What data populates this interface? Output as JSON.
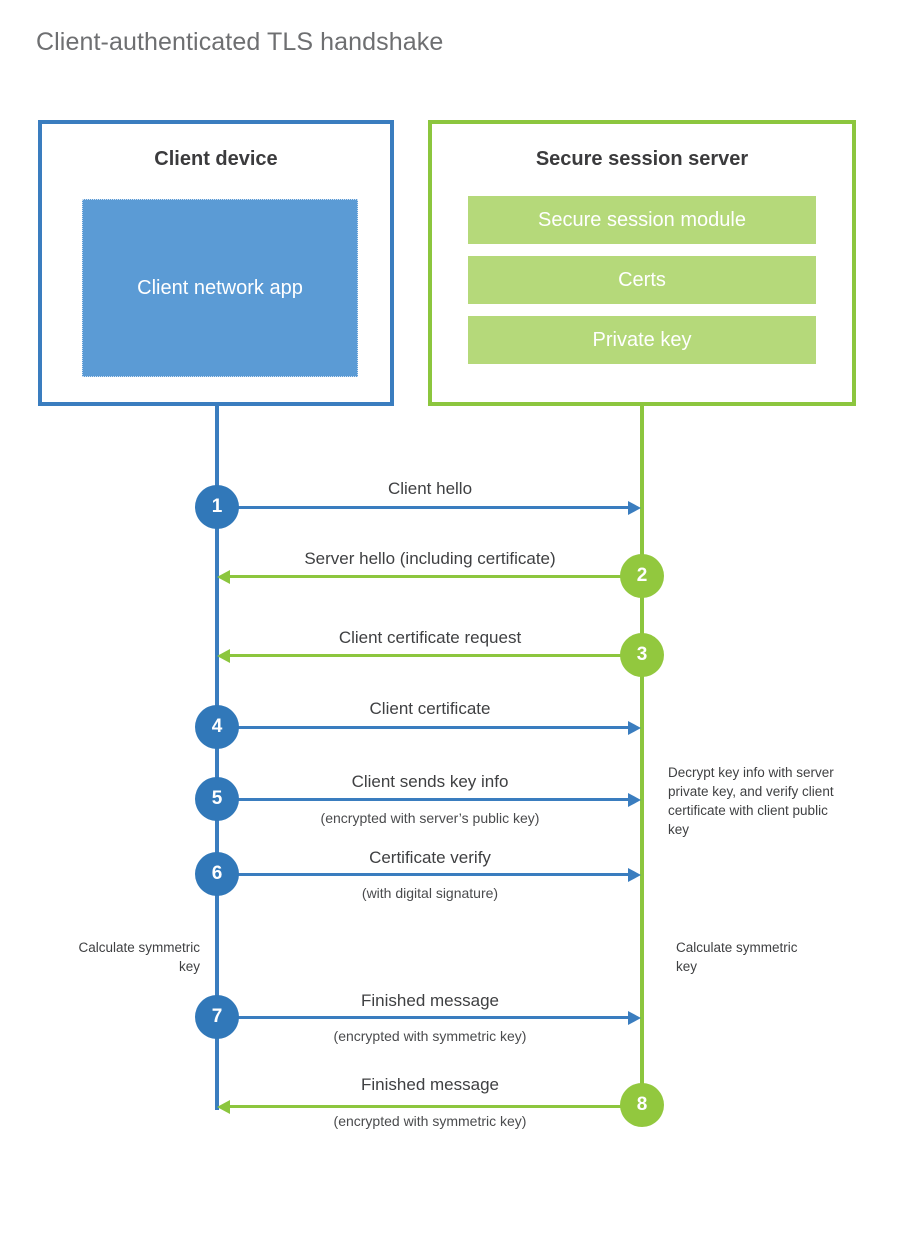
{
  "title": "Client-authenticated TLS handshake",
  "colors": {
    "client_blue": "#3a7dbf",
    "client_app_fill": "#5b9bd5",
    "server_green": "#8cc63e",
    "server_module_fill": "#b5d97a",
    "badge_blue": "#3178b9",
    "badge_green": "#92c83e",
    "title_gray": "#6e6f71",
    "text_dark": "#3b3b3d"
  },
  "actors": {
    "client": {
      "title": "Client device",
      "app_label": "Client network app"
    },
    "server": {
      "title": "Secure session server",
      "modules": [
        "Secure session module",
        "Certs",
        "Private key"
      ]
    }
  },
  "steps": [
    {
      "number": "1",
      "label": "Client hello",
      "sublabel": "",
      "direction": "client-to-server"
    },
    {
      "number": "2",
      "label": "Server hello (including certificate)",
      "sublabel": "",
      "direction": "server-to-client"
    },
    {
      "number": "3",
      "label": "Client certificate request",
      "sublabel": "",
      "direction": "server-to-client"
    },
    {
      "number": "4",
      "label": "Client certificate",
      "sublabel": "",
      "direction": "client-to-server"
    },
    {
      "number": "5",
      "label": "Client sends key info",
      "sublabel": "(encrypted with server’s public key)",
      "direction": "client-to-server"
    },
    {
      "number": "6",
      "label": "Certificate verify",
      "sublabel": "(with digital signature)",
      "direction": "client-to-server"
    },
    {
      "number": "7",
      "label": "Finished message",
      "sublabel": "(encrypted with symmetric key)",
      "direction": "client-to-server"
    },
    {
      "number": "8",
      "label": "Finished message",
      "sublabel": "(encrypted with symmetric key)",
      "direction": "server-to-client"
    }
  ],
  "notes": {
    "server_decrypt": "Decrypt key info with server private key, and verify client certificate with client public key",
    "client_calculate": "Calculate symmetric key",
    "server_calculate": "Calculate symmetric key"
  }
}
